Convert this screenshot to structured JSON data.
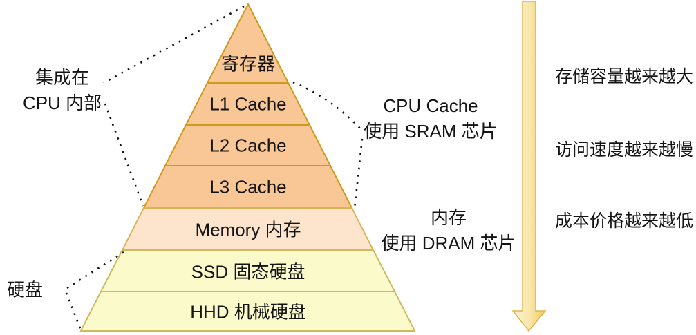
{
  "pyramid": {
    "levels": [
      {
        "label": "寄存器",
        "fill": "#F8C795",
        "stroke": "#CE9A1C"
      },
      {
        "label": "L1 Cache",
        "fill": "#F8C795",
        "stroke": "#CE9A1C"
      },
      {
        "label": "L2 Cache",
        "fill": "#F8C795",
        "stroke": "#CE9A1C"
      },
      {
        "label": "L3 Cache",
        "fill": "#F8C795",
        "stroke": "#CE9A1C"
      },
      {
        "label": "Memory 内存",
        "fill": "#FCE5CC",
        "stroke": "#D9B456"
      },
      {
        "label": "SSD 固态硬盘",
        "fill": "#FAFACA",
        "stroke": "#CDBA5E"
      },
      {
        "label": "HHD 机械硬盘",
        "fill": "#FAFACA",
        "stroke": "#CDBA5E"
      }
    ]
  },
  "annotations": {
    "cpu_internal": {
      "line1": "集成在",
      "line2": "CPU 内部"
    },
    "cpu_cache": {
      "line1": "CPU Cache",
      "line2": "使用 SRAM 芯片"
    },
    "memory": {
      "line1": "内存",
      "line2": "使用 DRAM 芯片"
    },
    "hard_disk": {
      "label": "硬盘"
    }
  },
  "trends": {
    "items": [
      "存储容量越来越大",
      "访问速度越来越慢",
      "成本价格越来越低"
    ]
  },
  "arrow": {
    "direction": "down",
    "gradient_start": "#FDF4D5",
    "gradient_mid": "#F9E5A8",
    "gradient_end": "#F1C75C",
    "stroke": "#E0B54A"
  },
  "colors": {
    "dotted_line": "#111111",
    "text": "#141414",
    "background": "#FFFFFF"
  }
}
